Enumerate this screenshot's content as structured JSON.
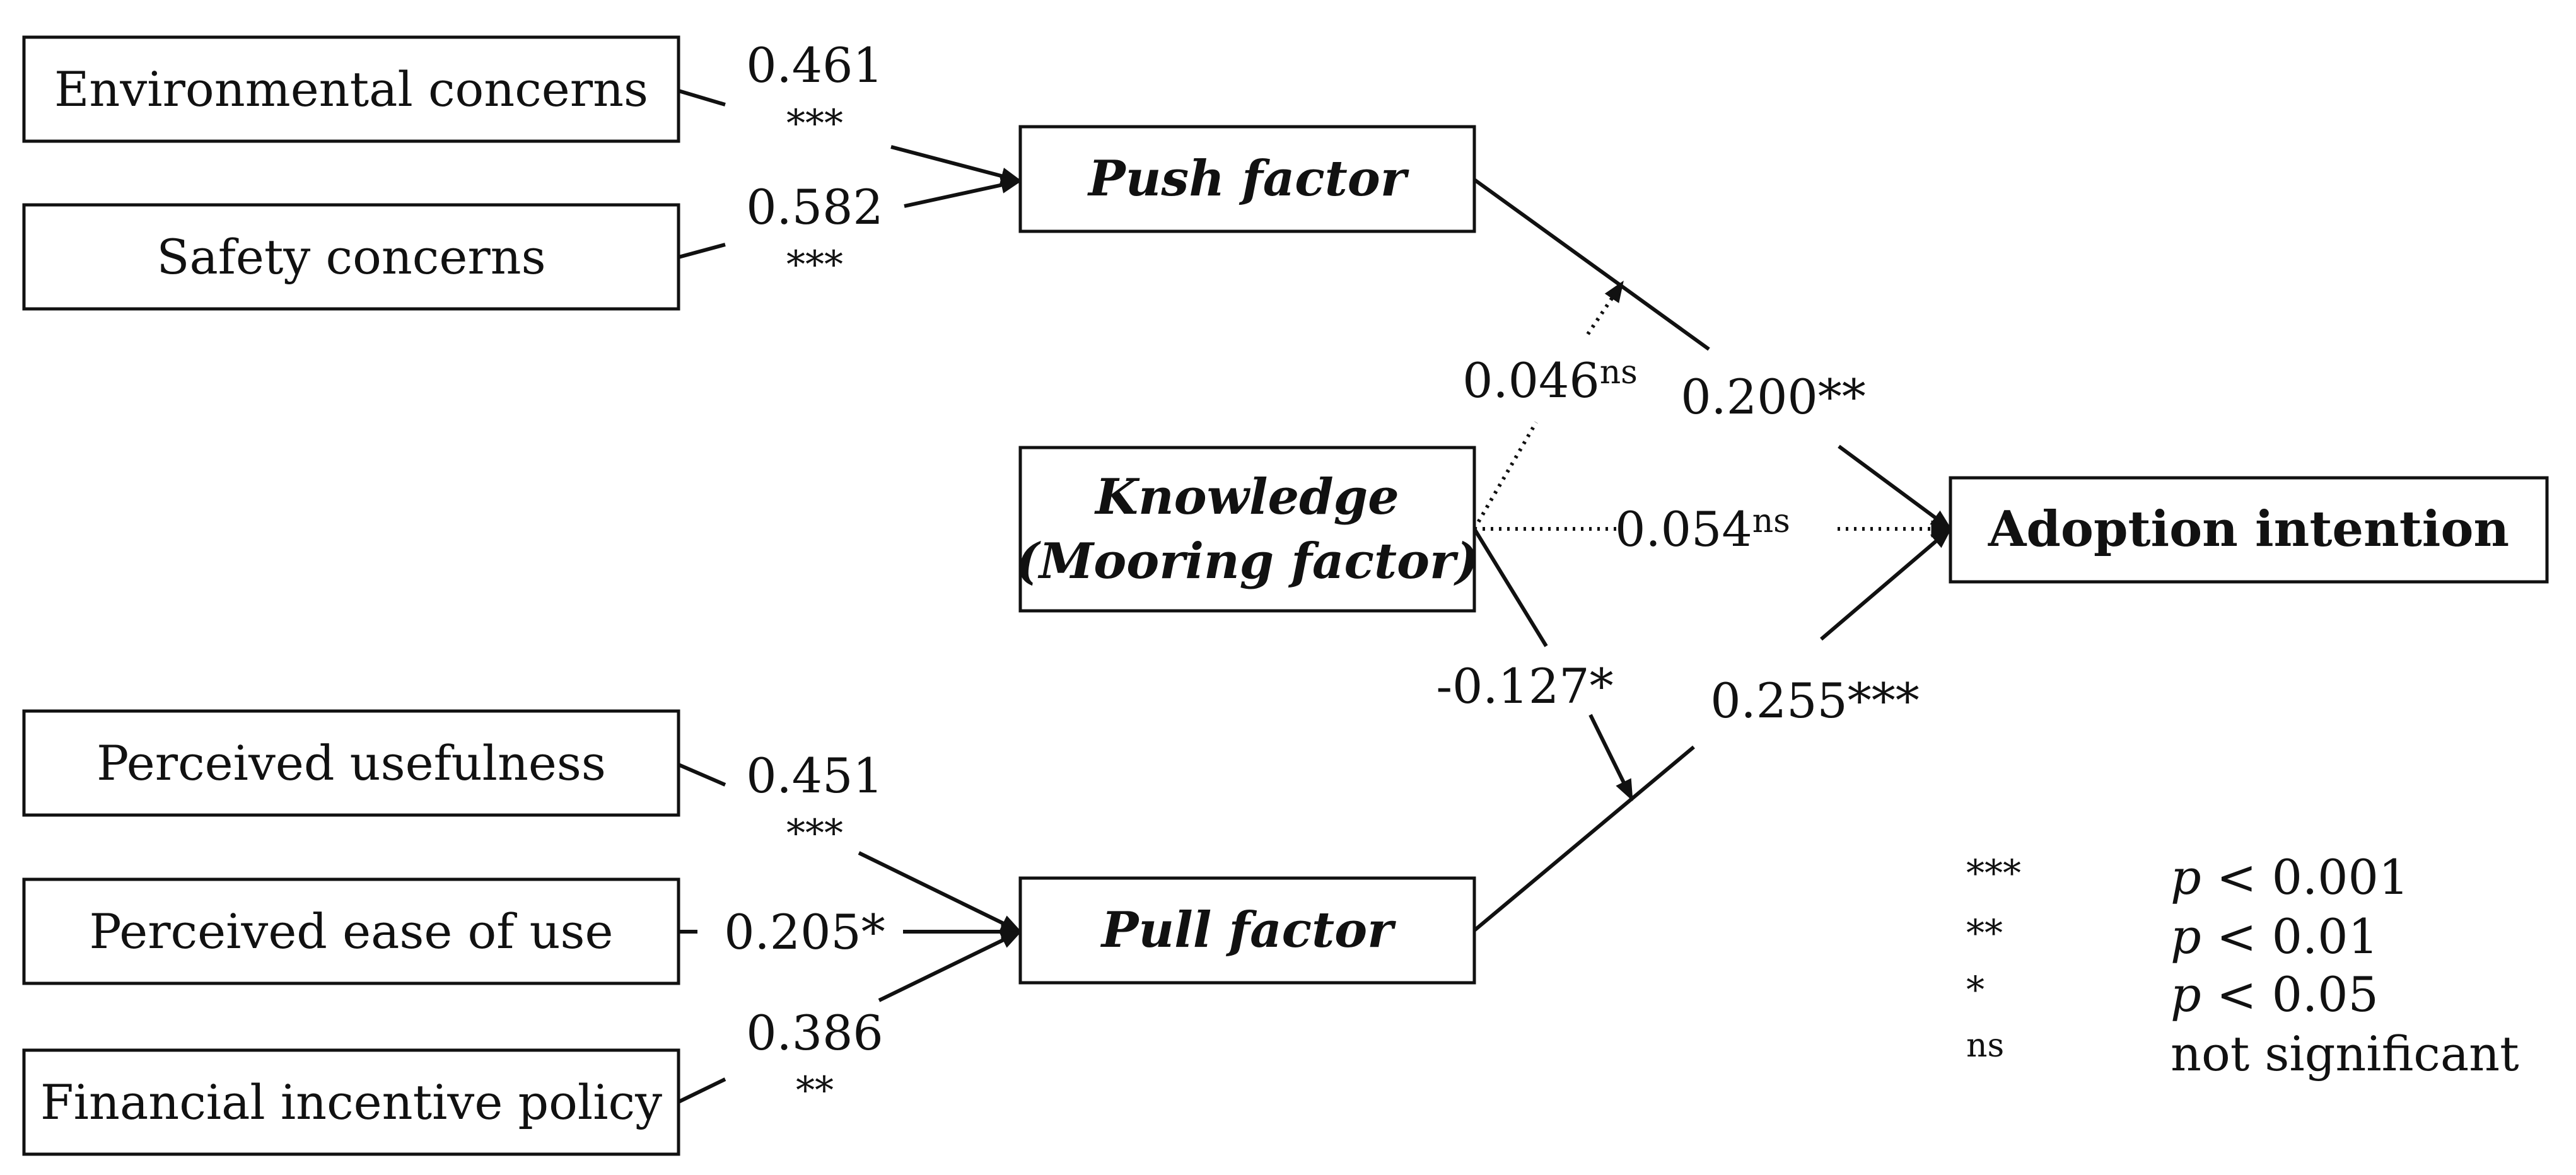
{
  "nodes": {
    "env": "Environmental concerns",
    "safety": "Safety concerns",
    "useful": "Perceived usefulness",
    "ease": "Perceived ease of use",
    "finance": "Financial incentive policy",
    "push": "Push factor",
    "pull": "Pull factor",
    "knowledge_line1": "Knowledge",
    "knowledge_line2": "(Mooring factor)",
    "adoption": "Adoption intention"
  },
  "paths": {
    "env_push": {
      "coef": "0.461",
      "sig": "***"
    },
    "safety_push": {
      "coef": "0.582",
      "sig": "***"
    },
    "useful_pull": {
      "coef": "0.451",
      "sig": "***"
    },
    "ease_pull": {
      "coef": "0.205*"
    },
    "finance_pull": {
      "coef": "0.386",
      "sig": "**"
    },
    "push_adoption": {
      "coef": "0.200**"
    },
    "pull_adoption": {
      "coef": "0.255***"
    },
    "knowledge_adoption": {
      "coef": "0.054",
      "sig": "ns"
    },
    "knowledge_push": {
      "coef": "0.046",
      "sig": "ns"
    },
    "knowledge_pull": {
      "coef": "-0.127*"
    }
  },
  "legend": [
    {
      "symbol": "***",
      "meaning_prefix": "p",
      "meaning": " < 0.001"
    },
    {
      "symbol": "**",
      "meaning_prefix": "p",
      "meaning": " < 0.01"
    },
    {
      "symbol": "*",
      "meaning_prefix": "p",
      "meaning": " < 0.05"
    },
    {
      "symbol": "ns",
      "meaning_prefix": "",
      "meaning": "not significant"
    }
  ]
}
